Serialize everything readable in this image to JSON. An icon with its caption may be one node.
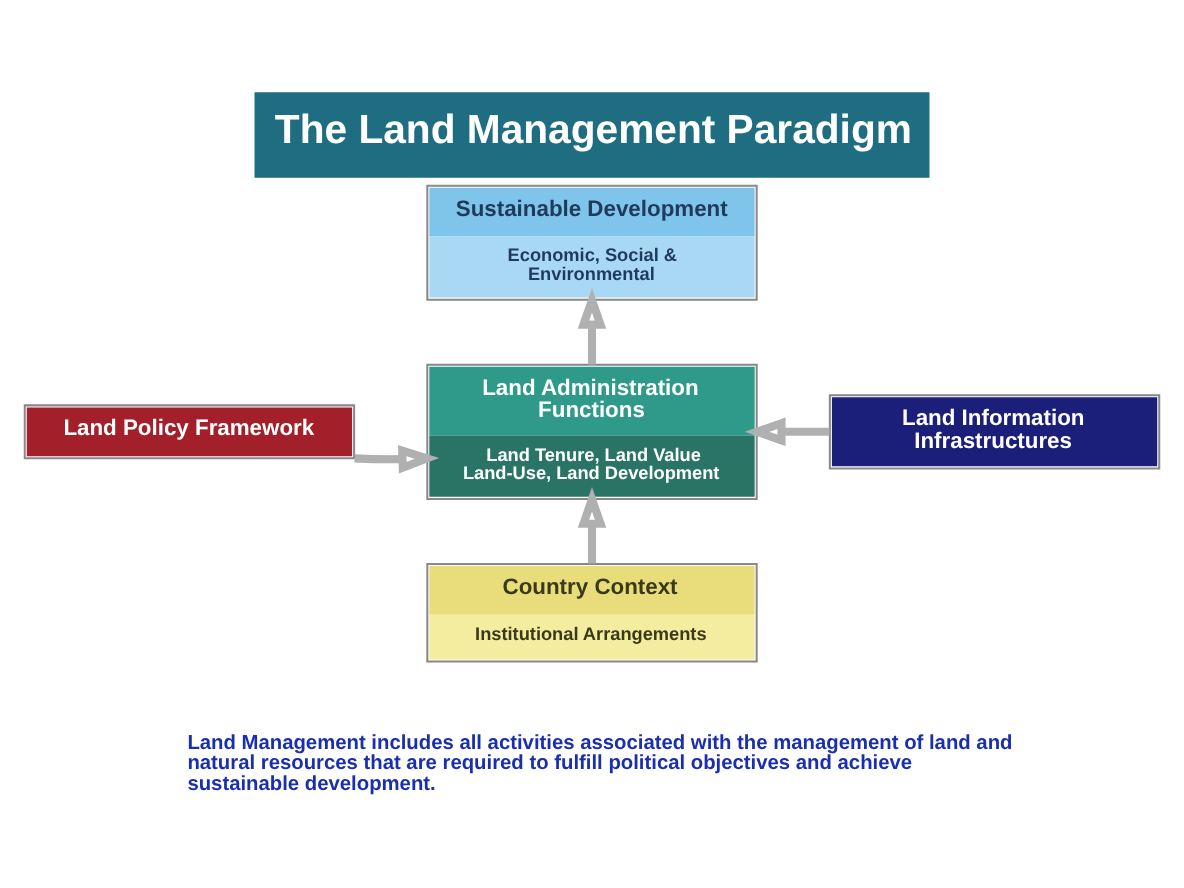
{
  "diagram": {
    "title": "The Land Management Paradigm",
    "caption": "Land Management includes all activities associated with the management of land and natural resources that are required to fulfill political objectives and achieve sustainable development.",
    "nodes": [
      {
        "text": [
          "Sustainable Development",
          "Economic, Social & Environmental"
        ]
      },
      {
        "text": [
          "Land Administration Functions",
          "Land Tenure, Land Value Land-Use, Land Development"
        ]
      },
      {
        "text": [
          "Land Policy Framework"
        ]
      },
      {
        "text": [
          "Land Information Infrastructures"
        ]
      },
      {
        "text": [
          "Country Context",
          "Institutional Arrangements"
        ]
      }
    ],
    "edges": [
      {
        "from": 1,
        "to": 0,
        "arrow": "to"
      },
      {
        "from": 2,
        "to": 1,
        "arrow": "to"
      },
      {
        "from": 3,
        "to": 1,
        "arrow": "to"
      },
      {
        "from": 4,
        "to": 1,
        "arrow": "to"
      }
    ]
  }
}
